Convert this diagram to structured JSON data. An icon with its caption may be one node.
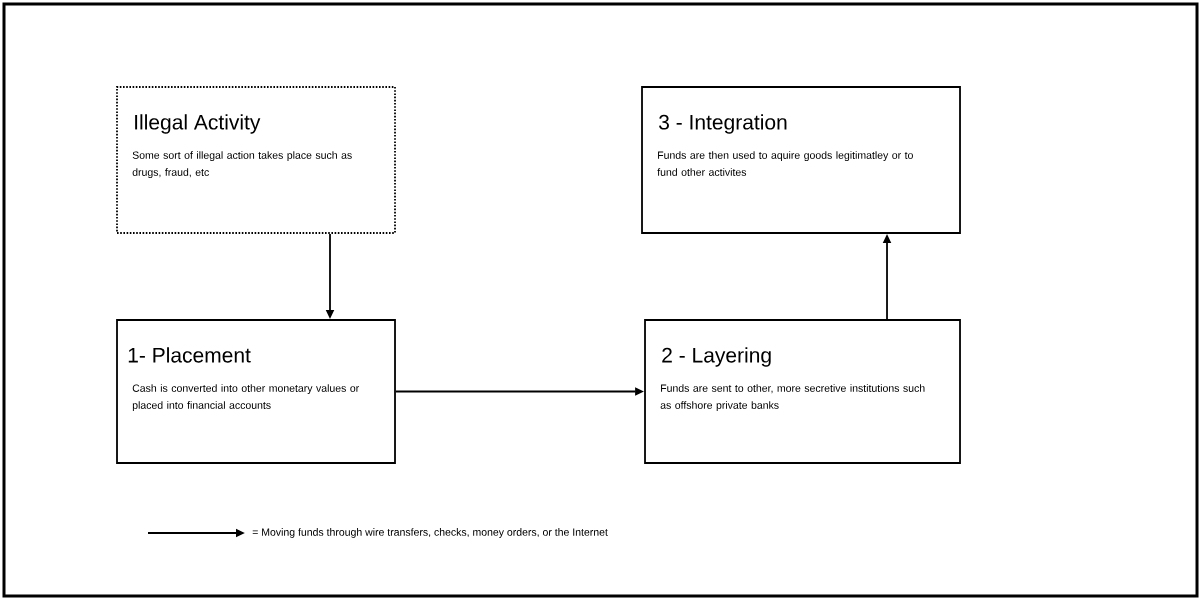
{
  "diagram": {
    "nodes": [
      {
        "text": [
          "Illegal Activity",
          "Some sort of illegal action takes place such as drugs, fraud, etc"
        ]
      },
      {
        "text": [
          "3 - Integration",
          "Funds are then used to aquire goods legitimatley or to fund other activites"
        ]
      },
      {
        "text": [
          "1- Placement",
          "Cash is converted into other monetary values or placed into financial accounts"
        ]
      },
      {
        "text": [
          "2 - Layering",
          "Funds are sent to other, more secretive institutions such as offshore private banks"
        ]
      }
    ],
    "edges": [
      {
        "from": 0,
        "to": 2,
        "arrow": "to"
      },
      {
        "from": 2,
        "to": 3,
        "arrow": "to"
      },
      {
        "from": 3,
        "to": 1,
        "arrow": "to"
      }
    ],
    "legend": [
      {
        "text": "= Moving funds through wire transfers, checks, money orders, or the Internet"
      }
    ]
  }
}
